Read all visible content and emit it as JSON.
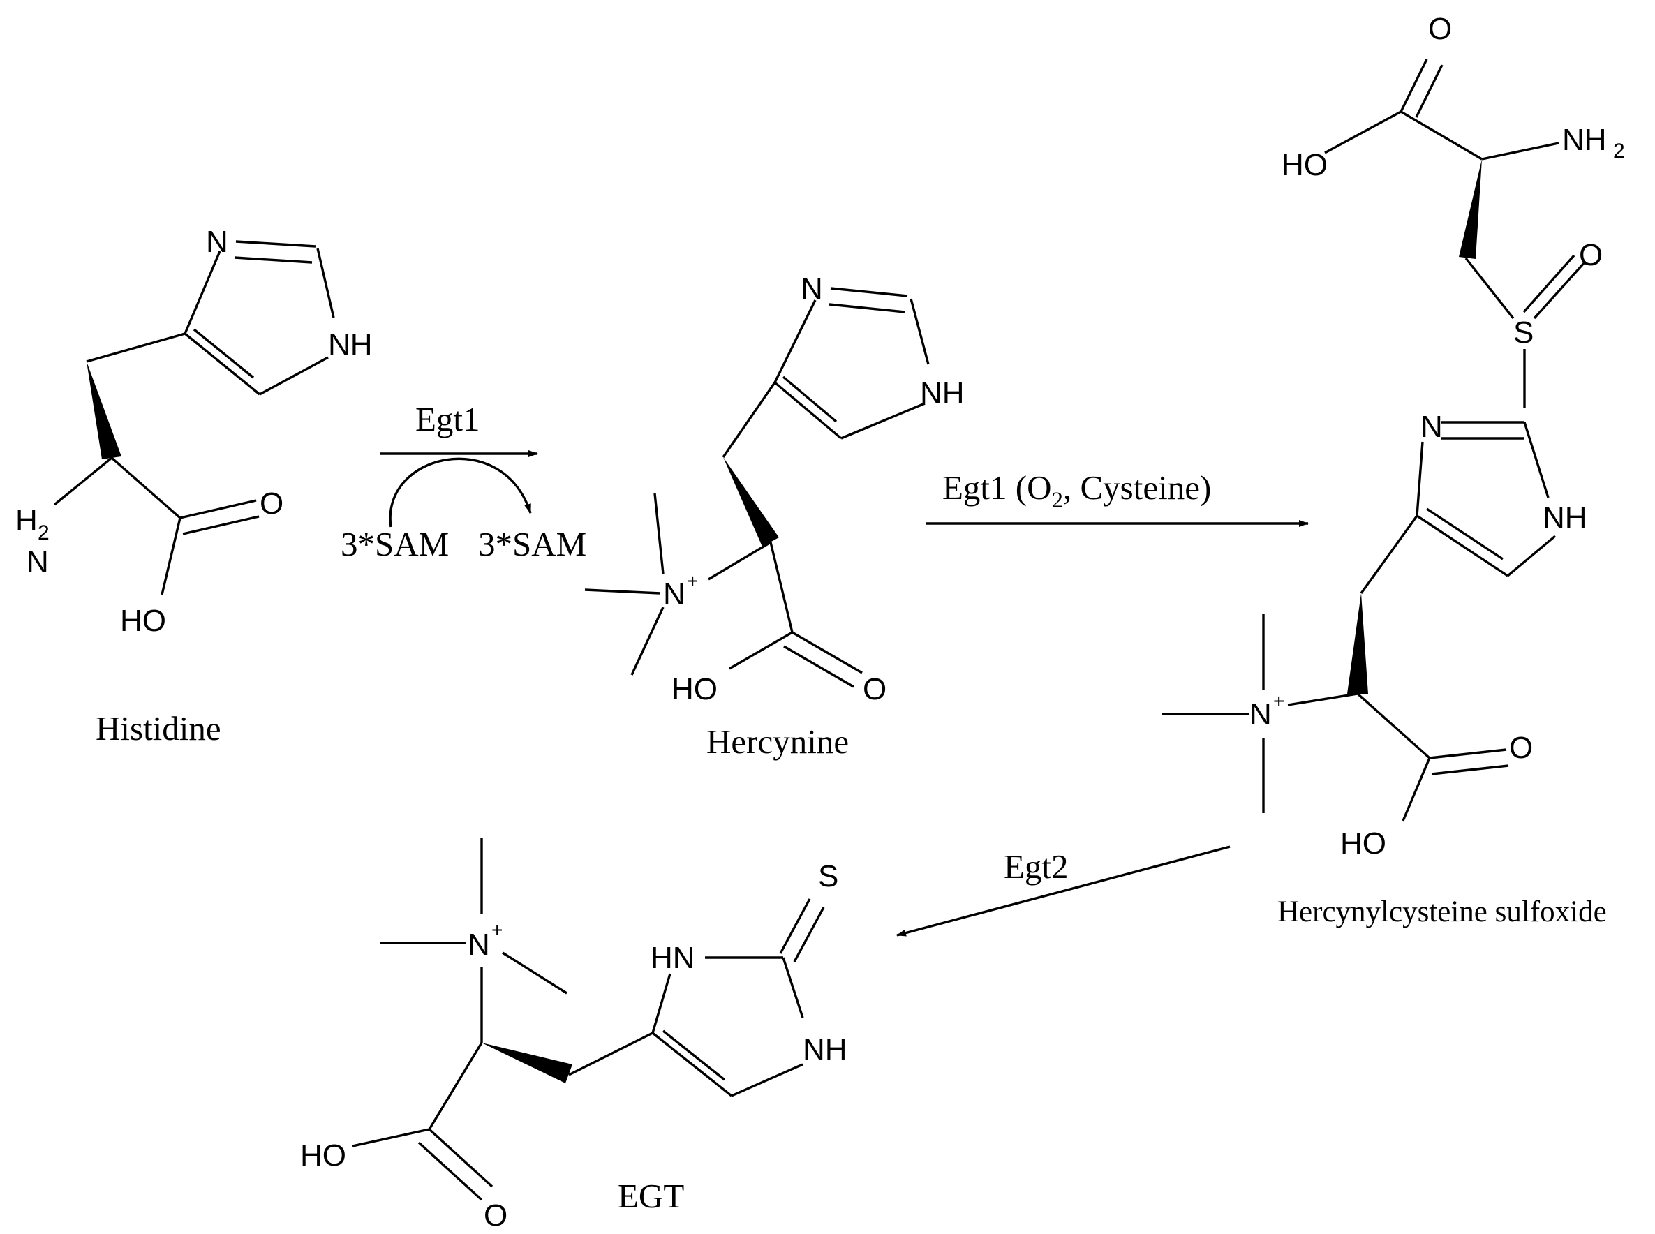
{
  "compounds": {
    "histidine": "Histidine",
    "hercynine": "Hercynine",
    "hercynylcysteine_sulfoxide": "Hercynylcysteine sulfoxide",
    "egt": "EGT"
  },
  "reactions": {
    "step1_enzyme": "Egt1",
    "step1_cofactor_in": "3*SAM",
    "step1_cofactor_out": "3*SAM",
    "step2_enzyme": "Egt1 (O",
    "step2_subscript": "2",
    "step2_rest": ", Cysteine)",
    "step3_enzyme": "Egt2"
  },
  "atoms": {
    "N": "N",
    "NH": "NH",
    "HN": "HN",
    "H": "H",
    "O": "O",
    "HO": "HO",
    "S": "S",
    "NH2_main": "NH",
    "sub2": "2",
    "plus": "+"
  }
}
